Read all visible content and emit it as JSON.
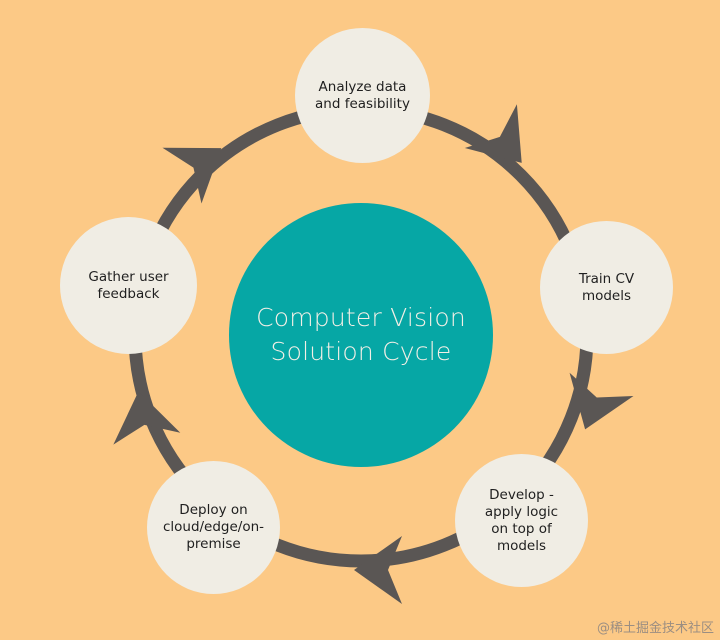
{
  "diagram": {
    "center": {
      "line1": "Computer Vision",
      "line2": "Solution Cycle"
    },
    "steps": [
      {
        "id": "analyze",
        "lines": [
          "Analyze data",
          "and feasibility"
        ]
      },
      {
        "id": "train",
        "lines": [
          "Train CV",
          "models"
        ]
      },
      {
        "id": "develop",
        "lines": [
          "Develop -",
          "apply logic",
          "on top of",
          "models"
        ]
      },
      {
        "id": "deploy",
        "lines": [
          "Deploy on",
          "cloud/edge/on-",
          "premise"
        ]
      },
      {
        "id": "feedback",
        "lines": [
          "Gather user",
          "feedback"
        ]
      }
    ],
    "colors": {
      "background": "#fcc986",
      "center": "#06a7a5",
      "node": "#f0ede4",
      "ring": "#5a5654"
    },
    "arrow_icon": "chevron-arrow-icon"
  },
  "watermark": "@稀土掘金技术社区"
}
